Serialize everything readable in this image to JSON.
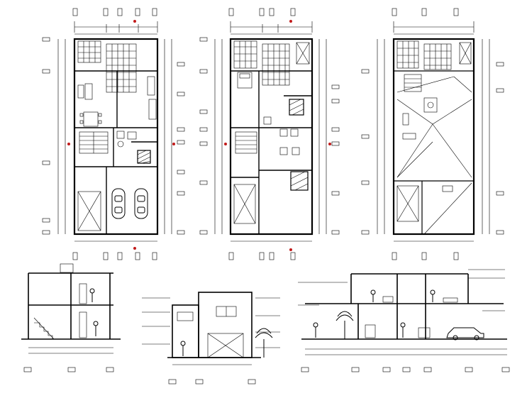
{
  "drawing": {
    "background": "#ffffff",
    "line_color": "#000000",
    "marker_color": "#c21a1a",
    "views": [
      {
        "id": "ground-floor-plan"
      },
      {
        "id": "first-floor-plan"
      },
      {
        "id": "roof-plan"
      },
      {
        "id": "cross-section"
      },
      {
        "id": "front-elevation"
      },
      {
        "id": "longitudinal-section"
      }
    ],
    "icons": [
      "car-icon",
      "person-icon",
      "tree-icon",
      "stair-icon",
      "north-arrow-icon"
    ]
  }
}
